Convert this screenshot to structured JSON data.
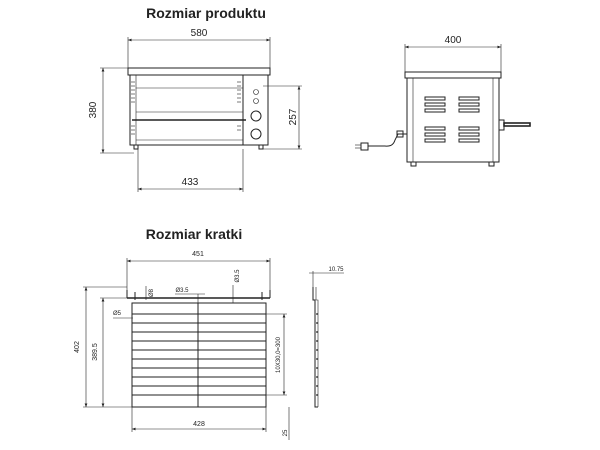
{
  "titles": {
    "product": "Rozmiar produktu",
    "grate": "Rozmiar kratki"
  },
  "product_dims": {
    "width": "580",
    "height": "380",
    "inner_width": "433",
    "inner_height": "257",
    "depth": "400"
  },
  "grate_dims": {
    "top_width": "451",
    "bottom_width": "428",
    "total_height": "402",
    "inner_height": "389.5",
    "rod_spacing": "10X30,0=300",
    "dia_rod": "Ø3.5",
    "dia_hook": "Ø8",
    "dia_side": "Ø5",
    "dia_top": "Ø3.5",
    "side_width": "10.75",
    "side_bottom": "25"
  }
}
